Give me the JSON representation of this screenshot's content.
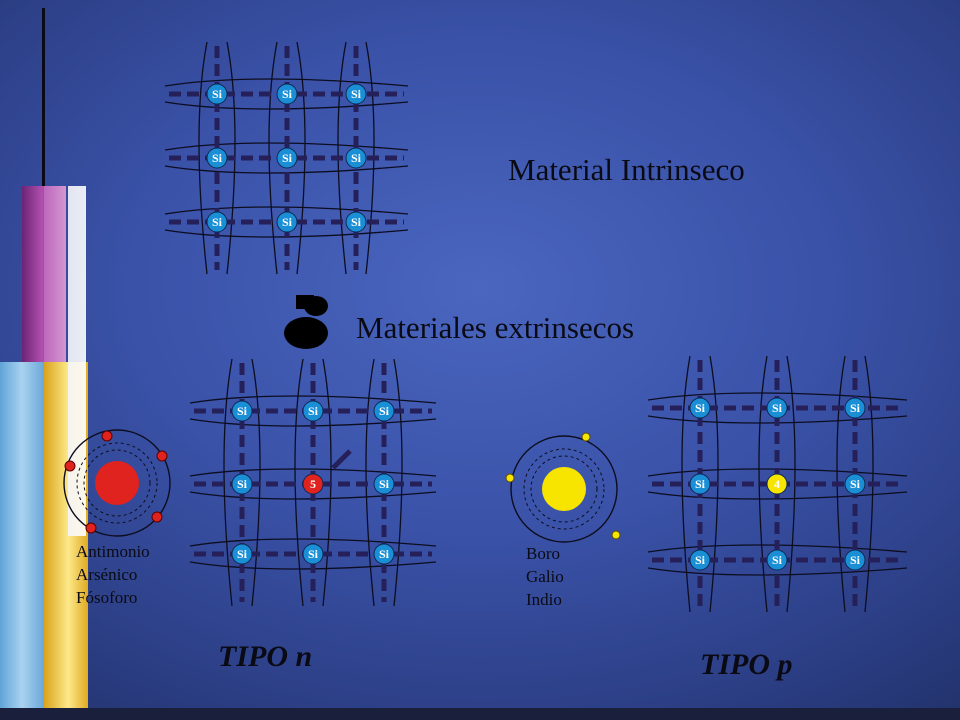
{
  "labels": {
    "intrinsic": "Material Intrinseco",
    "extrinsic": "Materiales extrinsecos",
    "tipo_n": "TIPO  n",
    "tipo_p": "TIPO  p"
  },
  "donors": [
    "Antimonio",
    "Arsénico",
    "Fósoforo"
  ],
  "acceptors": [
    "Boro",
    "Galio",
    "Indio"
  ],
  "atoms": {
    "silicon": "Si",
    "donor": "5",
    "acceptor": "4"
  },
  "colors": {
    "silicon_atom": "#1a8fd6",
    "donor_atom": "#e0231f",
    "acceptor_atom": "#f7e500",
    "bond": "#25205a"
  }
}
